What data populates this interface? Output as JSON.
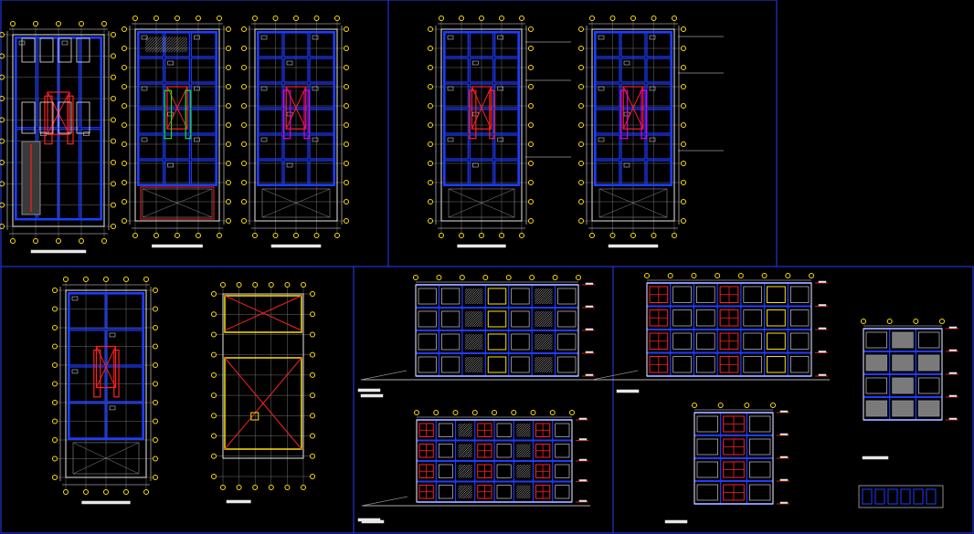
{
  "colors": {
    "background": "#000000",
    "frame": "#2a3cff",
    "wall": "#1f3cff",
    "white": "#e8e8e8",
    "red": "#ff2020",
    "magenta": "#e000e0",
    "yellow": "#ffe000",
    "green": "#20e020",
    "cyan": "#00d8d8",
    "gray": "#8a8a8a"
  },
  "sheets": [
    {
      "id": "plan-ground-parking"
    },
    {
      "id": "plan-first-floor"
    },
    {
      "id": "plan-typical-floor"
    },
    {
      "id": "plan-upper-floor-a"
    },
    {
      "id": "plan-upper-floor-b"
    },
    {
      "id": "plan-roof-terrace"
    },
    {
      "id": "plan-roof"
    },
    {
      "id": "section-longitudinal"
    },
    {
      "id": "elevation-side"
    },
    {
      "id": "section-transversal"
    },
    {
      "id": "elevation-front"
    },
    {
      "id": "elevation-rear"
    },
    {
      "id": "detail-strip"
    }
  ]
}
